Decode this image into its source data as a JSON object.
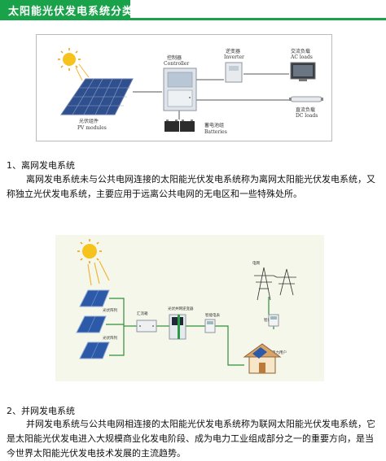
{
  "page": {
    "title": "太阳能光伏发电系统分类"
  },
  "diagram1": {
    "controller_cn": "控制器",
    "controller_en": "Controller",
    "inverter_cn": "逆变器",
    "inverter_en": "Inverter",
    "ac_cn": "交流负载",
    "ac_en": "AC loads",
    "dc_cn": "直流负载",
    "dc_en": "DC loads",
    "pv_cn": "光伏组件",
    "pv_en": "PV modules",
    "battery_cn": "蓄电池组",
    "battery_en": "Batteries"
  },
  "diagram2": {
    "pv_array_1": "光伏阵列",
    "pv_array_2": "光伏阵列",
    "combiner": "汇流箱",
    "grid_inverter": "光伏并网逆变器",
    "meter1": "智能电表",
    "meter2": "智能电表",
    "grid": "电网",
    "user": "电力用户"
  },
  "section1": {
    "heading": "1、离网发电系统",
    "text": "离网发电系统未与公共电网连接的太阳能光伏发电系统称为离网太阳能光伏发电系统，又称独立光伏发电系统，主要应用于远离公共电网的无电区和一些特殊处所。"
  },
  "section2": {
    "heading": "2、并网发电系统",
    "text": "并网发电系统与公共电网相连接的太阳能光伏发电系统称为联网太阳能光伏发电系统，它是太阳能光伏发电进入大规模商业化发电阶段、成为电力工业组成部分之一的重要方向，是当今世界太阳能光伏发电技术发展的主流趋势。"
  }
}
